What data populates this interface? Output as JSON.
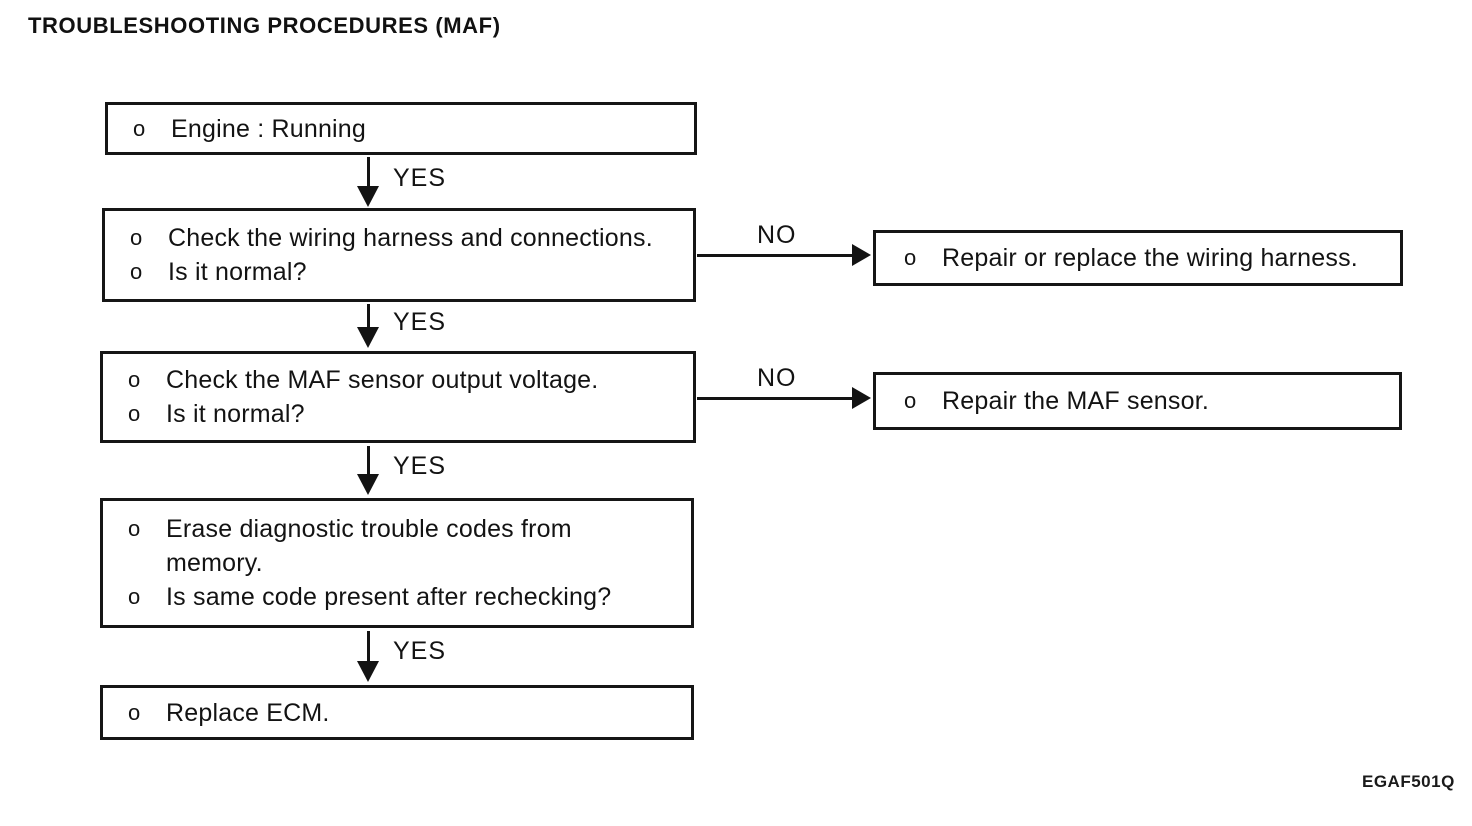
{
  "diagram": {
    "title": "TROUBLESHOOTING PROCEDURES (MAF)",
    "figure_code": "EGAF501Q",
    "bullet": "o",
    "yes_label": "YES",
    "no_label": "NO",
    "main_steps": [
      {
        "items": [
          {
            "lines": [
              "Engine : Running"
            ]
          }
        ]
      },
      {
        "items": [
          {
            "lines": [
              "Check the wiring harness and connections."
            ]
          },
          {
            "lines": [
              "Is it normal?"
            ]
          }
        ]
      },
      {
        "items": [
          {
            "lines": [
              "Check the MAF sensor output voltage."
            ]
          },
          {
            "lines": [
              "Is it normal?"
            ]
          }
        ]
      },
      {
        "items": [
          {
            "lines": [
              "Erase diagnostic trouble codes from",
              "memory."
            ]
          },
          {
            "lines": [
              "Is same code present after rechecking?"
            ]
          }
        ]
      },
      {
        "items": [
          {
            "lines": [
              "Replace ECM."
            ]
          }
        ]
      }
    ],
    "side_steps": [
      {
        "items": [
          {
            "lines": [
              "Repair or replace the wiring harness."
            ]
          }
        ]
      },
      {
        "items": [
          {
            "lines": [
              "Repair the MAF sensor."
            ]
          }
        ]
      }
    ]
  }
}
